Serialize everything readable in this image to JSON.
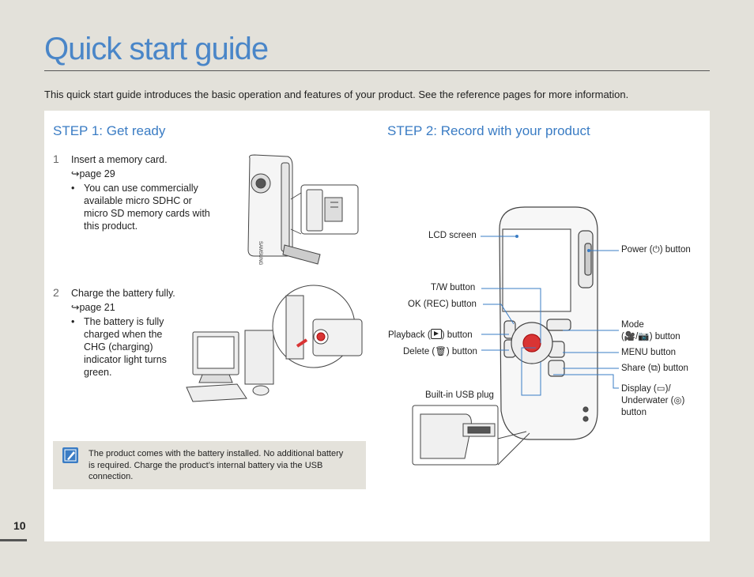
{
  "header": {
    "title": "Quick start guide",
    "intro": "This quick start guide introduces the basic operation and features of your product. See the reference pages for more information."
  },
  "step1": {
    "title": "STEP 1: Get ready",
    "item1": {
      "number": "1",
      "text": "Insert a memory card.",
      "ref": "page 29",
      "bullet_lines": [
        "You can use commercially",
        "available micro SDHC or",
        "micro SD memory cards with",
        "this product."
      ]
    },
    "item2": {
      "number": "2",
      "text": "Charge the battery fully.",
      "ref": "page 21",
      "bullet_lines": [
        "The battery is fully",
        "charged when the",
        "CHG (charging)",
        "indicator light turns",
        "green."
      ]
    },
    "note_lines": [
      "The product comes with the battery installed. No additional battery",
      "is required. Charge the product’s internal battery via the USB",
      "connection."
    ],
    "camera_brand": "SAMSUNG"
  },
  "step2": {
    "title": "STEP 2: Record with your product",
    "labels": {
      "lcd": "LCD screen",
      "tw": "T/W button",
      "ok": "OK (REC) button",
      "playback": "Playback (",
      "playback_end": ") button",
      "delete": "Delete (",
      "delete_end": ") button",
      "usb": "Built-in USB plug",
      "power": "Power (",
      "power_end": ") button",
      "mode1": "Mode",
      "mode2_end": ") button",
      "menu": "MENU button",
      "share": "Share (",
      "share_end": ") button",
      "display1": "Display (",
      "display1_end": ")/",
      "display2": "Underwater (",
      "display2_end": ")",
      "display3": "button"
    }
  },
  "footer": {
    "page_number": "10"
  }
}
